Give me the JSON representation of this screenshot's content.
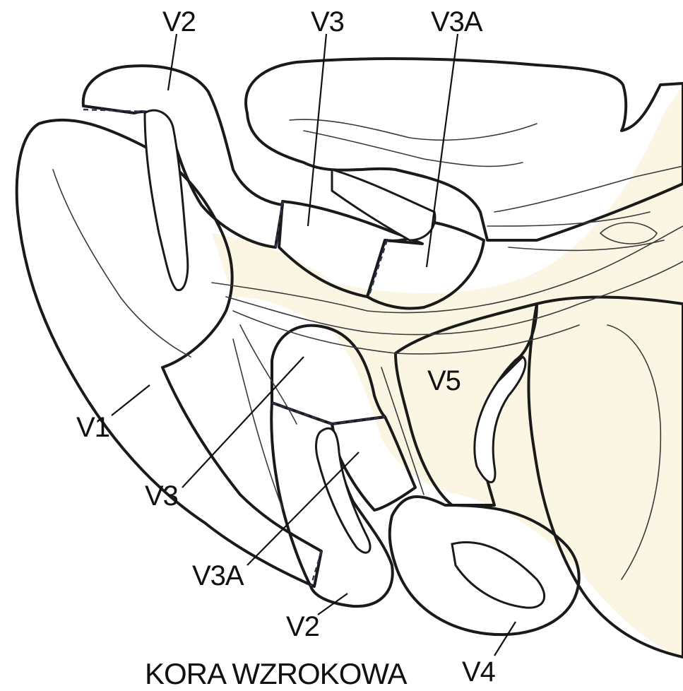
{
  "caption": "KORA WZROKOWA",
  "labels": {
    "v2_top": "V2",
    "v3_top": "V3",
    "v3a_top": "V3A",
    "v5": "V5",
    "v1": "V1",
    "v3_bottom": "V3",
    "v3a_bottom": "V3A",
    "v2_bottom": "V2",
    "v4": "V4"
  },
  "colors": {
    "v1": "#cfe8f2",
    "v2": "#e47eb4",
    "v3": "#6f9fde",
    "v3a": "#6f9fde",
    "v4": "#f2c24b",
    "v5": "#f9efcc",
    "white_matter": "#fbf6e4"
  }
}
